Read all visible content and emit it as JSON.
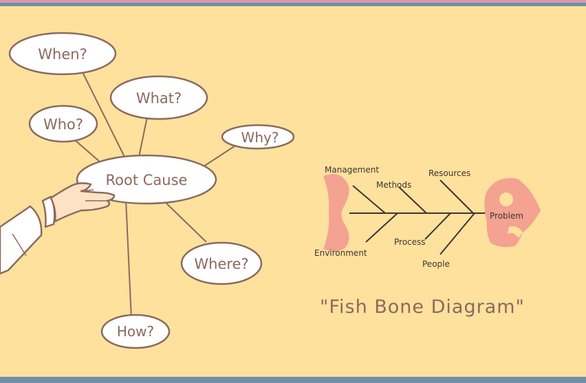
{
  "mind_map": {
    "center": "Root Cause",
    "when": "When?",
    "what": "What?",
    "who": "Who?",
    "why": "Why?",
    "where": "Where?",
    "how": "How?"
  },
  "fishbone": {
    "management": "Management",
    "methods": "Methods",
    "resources": "Resources",
    "problem": "Problem",
    "environment": "Environment",
    "process": "Process",
    "people": "People"
  },
  "caption": "\"Fish Bone Diagram\"",
  "colors": {
    "background": "#fde19d",
    "band": "#6f8ea6",
    "bubble_stroke": "#8a6a5e",
    "fish": "#f4a291"
  }
}
